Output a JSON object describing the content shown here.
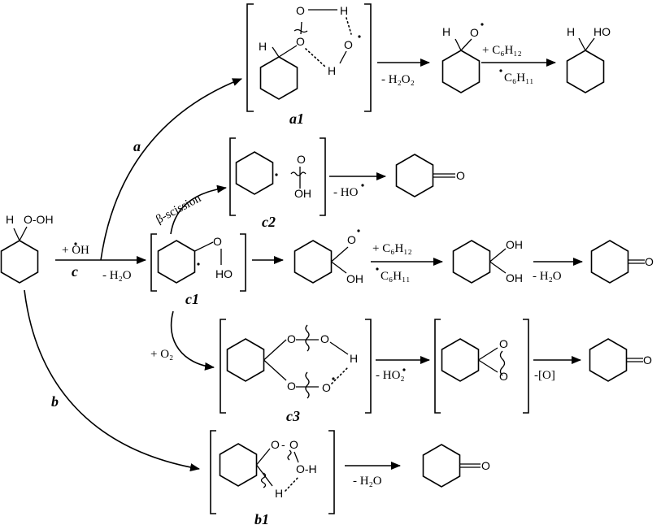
{
  "path_labels": {
    "a": "a",
    "b": "b",
    "c": "c"
  },
  "species_labels": {
    "a1": "a1",
    "c1": "c1",
    "c2": "c2",
    "c3": "c3",
    "b1": "b1"
  },
  "atoms": {
    "H": "H",
    "O": "O",
    "OH": "OH",
    "HO": "HO",
    "O_OH": "O-OH",
    "O_H": "O-H",
    "dash": "-"
  },
  "reagents": {
    "minus_h2o2": "- H₂O₂",
    "plus_c6h12": "+ C₆H₁₂",
    "c6h11": "C₆H₁₁",
    "minus_ho": "- HO",
    "minus_h2o": "- H₂O",
    "plus_oh": "+ OH",
    "plus_o2": "+ O₂",
    "minus_ho2": "- HO₂",
    "minus_o": "-[O]",
    "beta_scission": "β-scission"
  }
}
